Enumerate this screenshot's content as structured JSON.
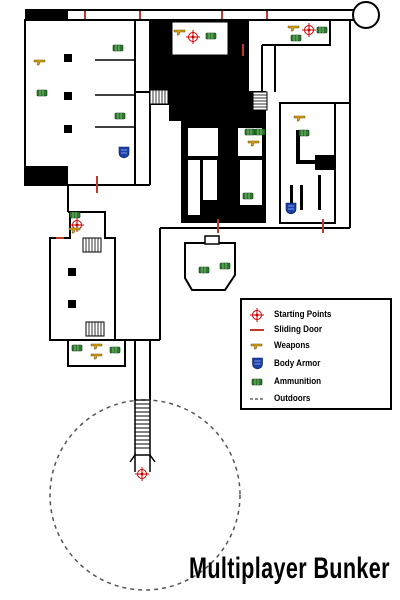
{
  "title": "Multiplayer Bunker",
  "legend": {
    "items": [
      {
        "icon": "starting-point-icon",
        "label": "Starting Points"
      },
      {
        "icon": "sliding-door-icon",
        "label": "Sliding Door"
      },
      {
        "icon": "weapon-icon",
        "label": "Weapons"
      },
      {
        "icon": "body-armor-icon",
        "label": "Body Armor"
      },
      {
        "icon": "ammunition-icon",
        "label": "Ammunition"
      },
      {
        "icon": "outdoors-icon",
        "label": "Outdoors"
      }
    ]
  },
  "colors": {
    "wall": "#000000",
    "door": "#c0392b",
    "start": "#cc0000",
    "weapon": "#d4a017",
    "armor": "#1a3fa8",
    "ammo": "#2d7a2d"
  }
}
